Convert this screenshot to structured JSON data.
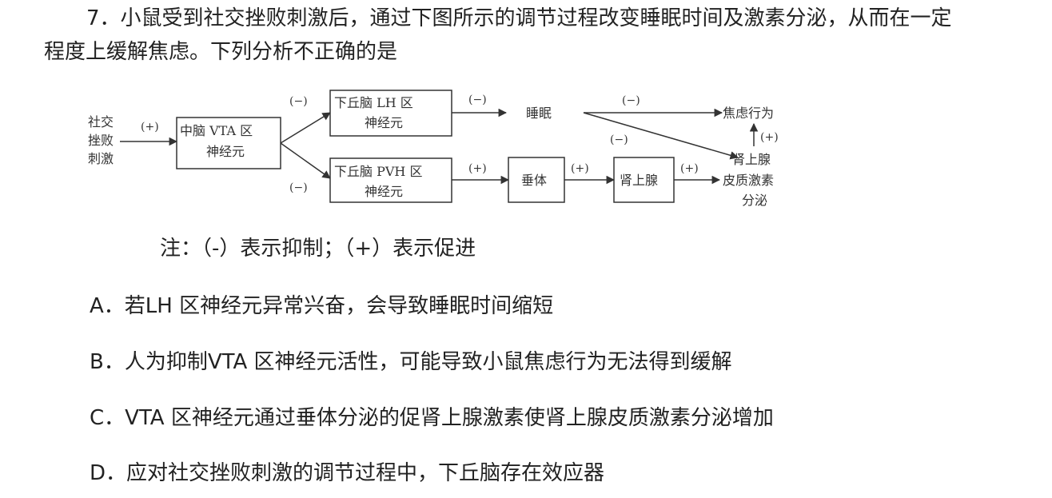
{
  "question": {
    "stem_line1": "7．小鼠受到社交挫败刺激后，通过下图所示的调节过程改变睡眠时间及激素分泌，从而在一定",
    "stem_line2": "程度上缓解焦虑。下列分析不正确的是"
  },
  "diagram": {
    "stimulus": [
      "社交",
      "挫败",
      "刺激"
    ],
    "vta_box": [
      "中脑 VTA 区",
      "神经元"
    ],
    "lh_box": [
      "下丘脑 LH 区",
      "神经元"
    ],
    "pvh_box": [
      "下丘脑 PVH 区",
      "神经元"
    ],
    "sleep": "睡眠",
    "pituitary": "垂体",
    "adrenal": "肾上腺",
    "anxiety": "焦虑行为",
    "cortex_hormone": [
      "肾上腺",
      "皮质激素",
      "分泌"
    ],
    "minus": "(−)",
    "plus": "(+)"
  },
  "note": "注：（-）表示抑制；（+）表示促进",
  "options": [
    {
      "label": "A．若LH 区神经元异常兴奋，会导致睡眠时间缩短"
    },
    {
      "label": "B．人为抑制VTA 区神经元活性，可能导致小鼠焦虑行为无法得到缓解"
    },
    {
      "label": "C．VTA 区神经元通过垂体分泌的促肾上腺激素使肾上腺皮质激素分泌增加"
    },
    {
      "label": "D．应对社交挫败刺激的调节过程中，下丘脑存在效应器"
    }
  ]
}
